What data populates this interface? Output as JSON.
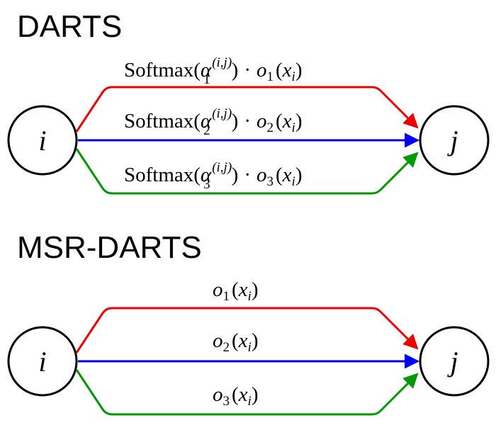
{
  "panels": [
    {
      "title": "DARTS",
      "source_node": "i",
      "target_node": "j",
      "edges": [
        {
          "color": "#ee0000",
          "fn": "Softmax",
          "alpha": "α",
          "alpha_sub": "1",
          "alpha_sup": "(i,j)",
          "dot": "·",
          "op": "o",
          "op_sub": "1",
          "arg": "x",
          "arg_sub": "i"
        },
        {
          "color": "#0000ee",
          "fn": "Softmax",
          "alpha": "α",
          "alpha_sub": "2",
          "alpha_sup": "(i,j)",
          "dot": "·",
          "op": "o",
          "op_sub": "2",
          "arg": "x",
          "arg_sub": "i"
        },
        {
          "color": "#009900",
          "fn": "Softmax",
          "alpha": "α",
          "alpha_sub": "3",
          "alpha_sup": "(i,j)",
          "dot": "·",
          "op": "o",
          "op_sub": "3",
          "arg": "x",
          "arg_sub": "i"
        }
      ]
    },
    {
      "title": "MSR-DARTS",
      "source_node": "i",
      "target_node": "j",
      "edges": [
        {
          "color": "#ee0000",
          "op": "o",
          "op_sub": "1",
          "arg": "x",
          "arg_sub": "i"
        },
        {
          "color": "#0000ee",
          "op": "o",
          "op_sub": "2",
          "arg": "x",
          "arg_sub": "i"
        },
        {
          "color": "#009900",
          "op": "o",
          "op_sub": "3",
          "arg": "x",
          "arg_sub": "i"
        }
      ]
    }
  ]
}
